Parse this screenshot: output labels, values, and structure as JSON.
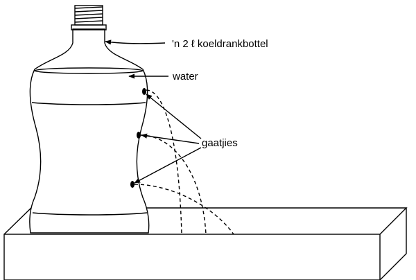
{
  "labels": {
    "bottle": "'n 2 ℓ koeldrankbottel",
    "water": "water",
    "holes": "gaatjies"
  }
}
